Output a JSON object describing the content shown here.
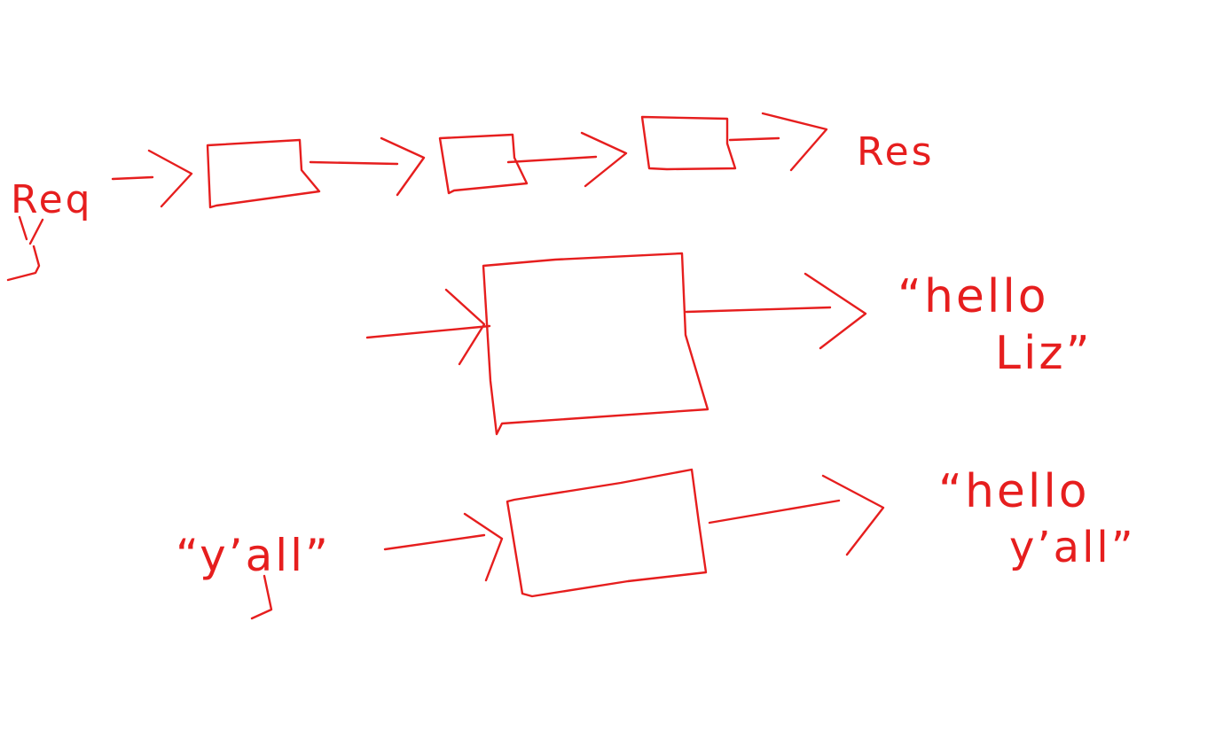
{
  "colors": {
    "ink": "#e61e1e",
    "background": "#ffffff"
  },
  "diagram": {
    "pipeline": {
      "input_label": "Req",
      "output_label": "Res"
    },
    "example_liz": {
      "output_line1": "“hello",
      "output_line2": "Liz”"
    },
    "example_yall": {
      "input_label": "“y’all”",
      "output_line1": "“hello",
      "output_line2": "y’all”"
    }
  }
}
